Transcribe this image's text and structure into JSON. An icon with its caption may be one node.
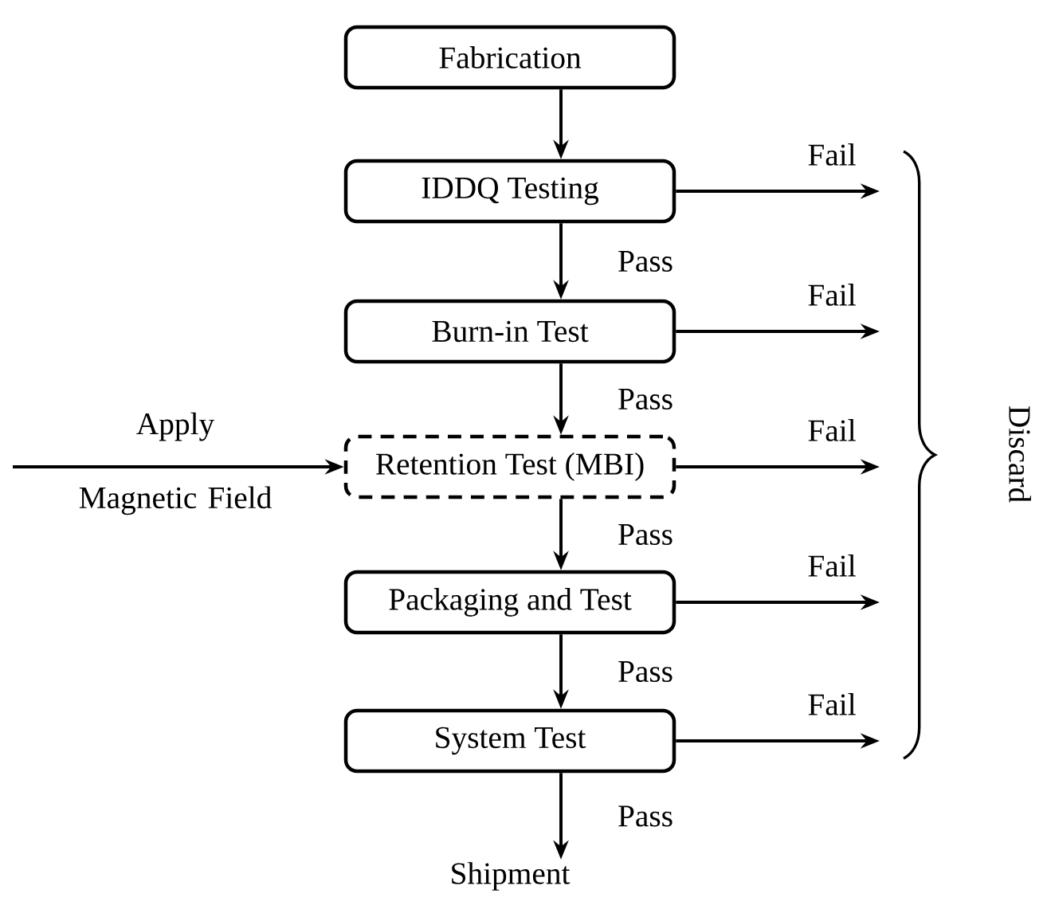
{
  "diagram": {
    "nodes": [
      {
        "text": [
          "Fabrication"
        ]
      },
      {
        "text": [
          "IDDQ Testing"
        ]
      },
      {
        "text": [
          "Burn-in Test"
        ]
      },
      {
        "text": [
          "Retention Test (MBI)"
        ]
      },
      {
        "text": [
          "Packaging and Test"
        ]
      },
      {
        "text": [
          "System Test"
        ]
      },
      {
        "text": [
          "Shipment"
        ]
      }
    ],
    "edges": [
      {
        "from": 0,
        "to": 1,
        "arrow": "to"
      },
      {
        "from": 1,
        "to": 2,
        "arrow": "to",
        "label": "Pass"
      },
      {
        "from": 2,
        "to": 3,
        "arrow": "to",
        "label": "Pass"
      },
      {
        "from": 3,
        "to": 4,
        "arrow": "to",
        "label": "Pass"
      },
      {
        "from": 4,
        "to": 5,
        "arrow": "to",
        "label": "Pass"
      },
      {
        "from": 5,
        "to": 6,
        "arrow": "to",
        "label": "Pass"
      },
      {
        "from": null,
        "to": 3,
        "arrow": "to",
        "label": "Apply Magnetic Field"
      },
      {
        "from": 1,
        "to": null,
        "arrow": "to",
        "label": "Fail"
      },
      {
        "from": 2,
        "to": null,
        "arrow": "to",
        "label": "Fail"
      },
      {
        "from": 3,
        "to": null,
        "arrow": "to",
        "label": "Fail"
      },
      {
        "from": 4,
        "to": null,
        "arrow": "to",
        "label": "Fail"
      },
      {
        "from": 5,
        "to": null,
        "arrow": "to",
        "label": "Fail"
      }
    ],
    "labels": [
      "Discard"
    ]
  }
}
